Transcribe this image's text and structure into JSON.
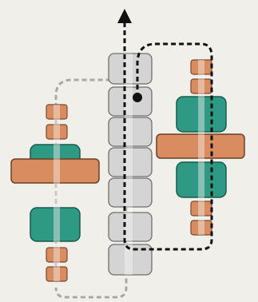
{
  "diagram": {
    "kind": "beading-thread-path",
    "colors": {
      "background": "#f1efea",
      "small_bead": "#d98c5f",
      "small_bead_edge": "#7a4a2b",
      "wide_bead": "#d98c5f",
      "wide_bead_edge": "#6b3f22",
      "green_bead": "#2e9a83",
      "green_bead_edge": "#155a4c",
      "gray_bead": "#d4d4d4",
      "gray_bead_edge": "#6e6e6e",
      "thread_black": "#111111",
      "thread_gray": "#a8a8a8",
      "highlight": "#f6f2ee"
    },
    "columns": [
      {
        "name": "left-stack",
        "beads": [
          "small",
          "small",
          "green",
          "wide",
          "green",
          "small",
          "small"
        ]
      },
      {
        "name": "center-stack",
        "beads": [
          "gray",
          "gray",
          "gray",
          "gray",
          "gray",
          "gray",
          "gray"
        ]
      },
      {
        "name": "right-stack",
        "beads": [
          "small",
          "small",
          "green",
          "wide",
          "green",
          "small",
          "small"
        ]
      }
    ],
    "threads": [
      {
        "name": "black-thread",
        "style": "dashed",
        "arrow": "up",
        "start_marker": "dot"
      },
      {
        "name": "gray-thread",
        "style": "dashed"
      }
    ]
  }
}
